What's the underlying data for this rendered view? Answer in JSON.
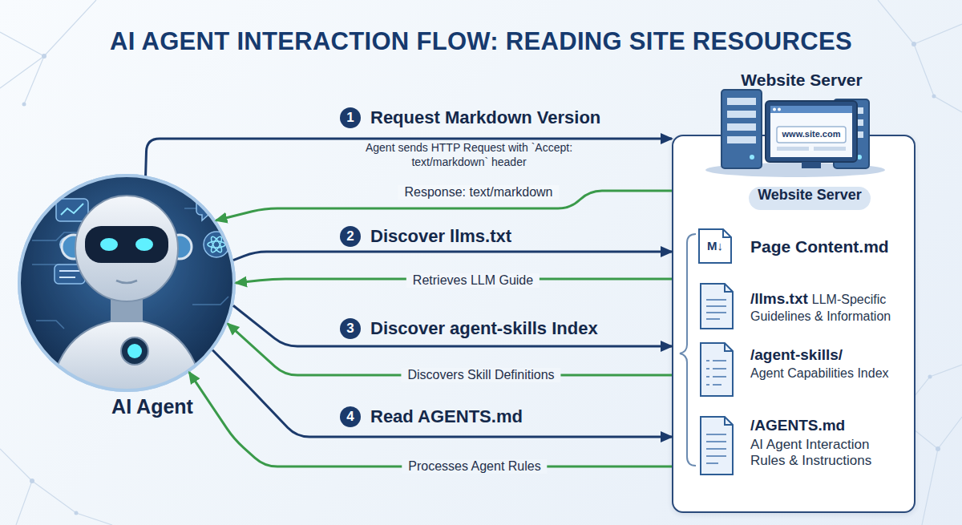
{
  "diagram": {
    "title": "AI AGENT INTERACTION FLOW: READING SITE RESOURCES",
    "nodes": [
      {
        "text": [
          "AI Agent"
        ]
      },
      {
        "text": [
          "Website Server"
        ]
      },
      {
        "text": [
          "Website Server"
        ],
        "in": 1
      },
      {
        "text": [
          "Page Content.md"
        ],
        "in": 1
      },
      {
        "text": [
          "/llms.txt",
          "LLM-Specific Guidelines & Information"
        ],
        "in": 1
      },
      {
        "text": [
          "/agent-skills/",
          "Agent Capabilities Index"
        ],
        "in": 1
      },
      {
        "text": [
          "/AGENTS.md",
          "AI Agent Interaction Rules & Instructions"
        ],
        "in": 1
      }
    ],
    "edges": [
      {
        "from": 0,
        "to": 1,
        "label": "Request Markdown Version",
        "arrow": "to"
      },
      {
        "from": 1,
        "to": 0,
        "label": "Response: text/markdown",
        "arrow": "to"
      },
      {
        "from": 0,
        "to": 1,
        "label": "Discover llms.txt",
        "arrow": "to"
      },
      {
        "from": 1,
        "to": 0,
        "label": "Retrieves LLM Guide",
        "arrow": "to"
      },
      {
        "from": 0,
        "to": 1,
        "label": "Discover agent-skills Index",
        "arrow": "to"
      },
      {
        "from": 1,
        "to": 0,
        "label": "Discovers Skill Definitions",
        "arrow": "to"
      },
      {
        "from": 0,
        "to": 1,
        "label": "Read AGENTS.md",
        "arrow": "to"
      },
      {
        "from": 1,
        "to": 0,
        "label": "Processes Agent Rules",
        "arrow": "to"
      }
    ],
    "labels": [
      "1",
      "2",
      "3",
      "4",
      "Agent sends HTTP Request with `Accept: text/markdown` header",
      "www.site.com",
      "M↓"
    ]
  }
}
